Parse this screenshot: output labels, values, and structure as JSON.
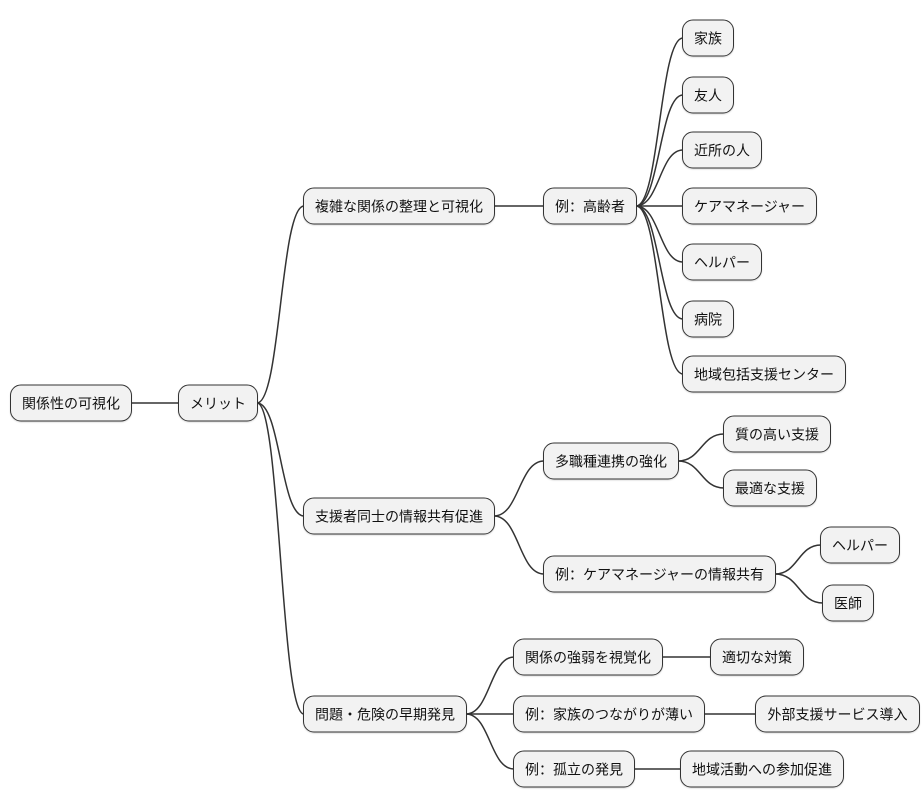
{
  "diagram": {
    "type": "mindmap",
    "background": "#ffffff",
    "colors": {
      "node_fill": "#f2f2f2",
      "node_border": "#333333",
      "edge": "#333333",
      "text": "#111111"
    },
    "nodes": [
      {
        "id": "root",
        "label": "関係性の可視化"
      },
      {
        "id": "merit",
        "label": "メリット"
      },
      {
        "id": "b1",
        "label": "複雑な関係の整理と可視化"
      },
      {
        "id": "b1e",
        "label": "例：高齢者"
      },
      {
        "id": "l1",
        "label": "家族"
      },
      {
        "id": "l2",
        "label": "友人"
      },
      {
        "id": "l3",
        "label": "近所の人"
      },
      {
        "id": "l4",
        "label": "ケアマネージャー"
      },
      {
        "id": "l5",
        "label": "ヘルパー"
      },
      {
        "id": "l6",
        "label": "病院"
      },
      {
        "id": "l7",
        "label": "地域包括支援センター"
      },
      {
        "id": "b2",
        "label": "支援者同士の情報共有促進"
      },
      {
        "id": "b2c1",
        "label": "多職種連携の強化"
      },
      {
        "id": "b2c1a",
        "label": "質の高い支援"
      },
      {
        "id": "b2c1b",
        "label": "最適な支援"
      },
      {
        "id": "b2c2",
        "label": "例：ケアマネージャーの情報共有"
      },
      {
        "id": "b2c2a",
        "label": "ヘルパー"
      },
      {
        "id": "b2c2b",
        "label": "医師"
      },
      {
        "id": "b3",
        "label": "問題・危険の早期発見"
      },
      {
        "id": "b3c1",
        "label": "関係の強弱を視覚化"
      },
      {
        "id": "b3c1a",
        "label": "適切な対策"
      },
      {
        "id": "b3c2",
        "label": "例：家族のつながりが薄い"
      },
      {
        "id": "b3c2a",
        "label": "外部支援サービス導入"
      },
      {
        "id": "b3c3",
        "label": "例：孤立の発見"
      },
      {
        "id": "b3c3a",
        "label": "地域活動への参加促進"
      }
    ],
    "edges": [
      [
        "root",
        "merit"
      ],
      [
        "merit",
        "b1"
      ],
      [
        "merit",
        "b2"
      ],
      [
        "merit",
        "b3"
      ],
      [
        "b1",
        "b1e"
      ],
      [
        "b1e",
        "l1"
      ],
      [
        "b1e",
        "l2"
      ],
      [
        "b1e",
        "l3"
      ],
      [
        "b1e",
        "l4"
      ],
      [
        "b1e",
        "l5"
      ],
      [
        "b1e",
        "l6"
      ],
      [
        "b1e",
        "l7"
      ],
      [
        "b2",
        "b2c1"
      ],
      [
        "b2",
        "b2c2"
      ],
      [
        "b2c1",
        "b2c1a"
      ],
      [
        "b2c1",
        "b2c1b"
      ],
      [
        "b2c2",
        "b2c2a"
      ],
      [
        "b2c2",
        "b2c2b"
      ],
      [
        "b3",
        "b3c1"
      ],
      [
        "b3",
        "b3c2"
      ],
      [
        "b3",
        "b3c3"
      ],
      [
        "b3c1",
        "b3c1a"
      ],
      [
        "b3c2",
        "b3c2a"
      ],
      [
        "b3c3",
        "b3c3a"
      ]
    ]
  }
}
